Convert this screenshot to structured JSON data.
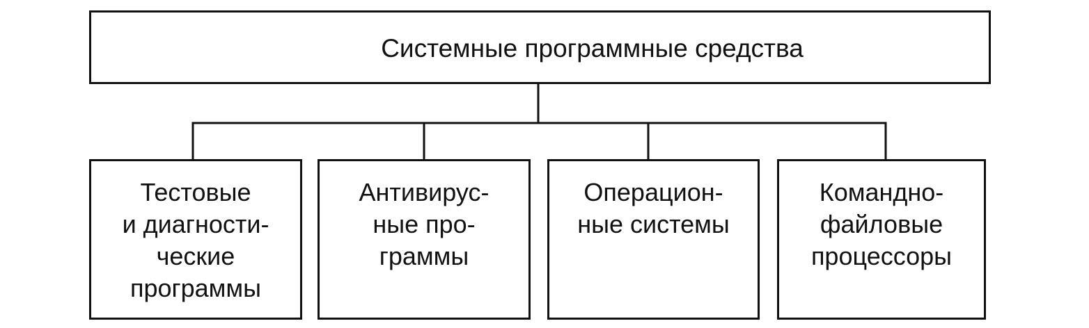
{
  "diagram": {
    "root": {
      "label": "Системные программные средства"
    },
    "children": [
      {
        "label": "Тестовые\nи диагности-\nческие\nпрограммы"
      },
      {
        "label": "Антивирус-\nные про-\nграммы"
      },
      {
        "label": "Операцион-\nные системы"
      },
      {
        "label": "Командно-\nфайловые\nпроцессоры"
      }
    ]
  }
}
